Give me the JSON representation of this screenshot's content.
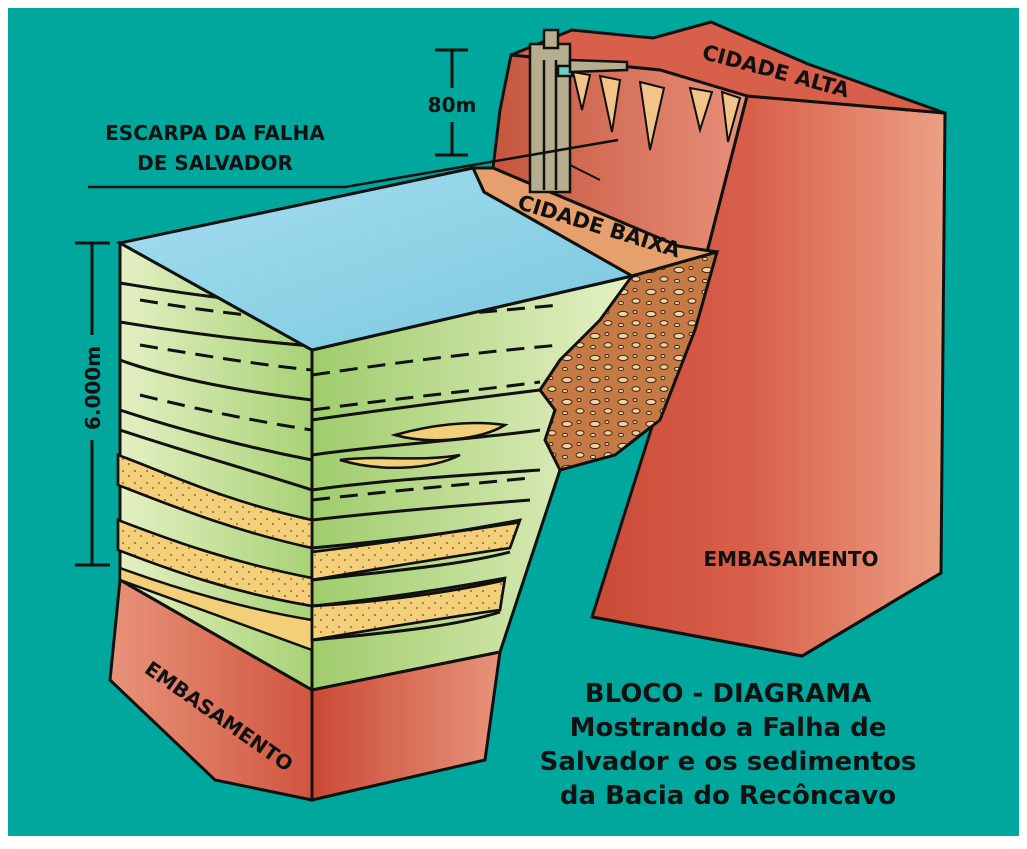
{
  "labels": {
    "escarpa_line1": "ESCARPA DA FALHA",
    "escarpa_line2": "DE SALVADOR",
    "cidade_alta": "CIDADE ALTA",
    "cidade_baixa": "CIDADE BAIXA",
    "embasamento_right": "EMBASAMENTO",
    "embasamento_left": "EMBASAMENTO",
    "height_80": "80m",
    "depth_6000": "6.000m"
  },
  "caption": {
    "line1": "BLOCO - DIAGRAMA",
    "line2": "Mostrando a Falha de",
    "line3": "Salvador e os sedimentos",
    "line4": "da Bacia do Recôncavo"
  },
  "colors": {
    "background": "#00a79d",
    "sea": "#8fd3e6",
    "basement": "#d8604a",
    "basement_light": "#e8937a",
    "sediment_green": "#c9e4a0",
    "sediment_sand": "#f3cf7a",
    "conglomerate": "#c0703c",
    "outline": "#111111"
  }
}
